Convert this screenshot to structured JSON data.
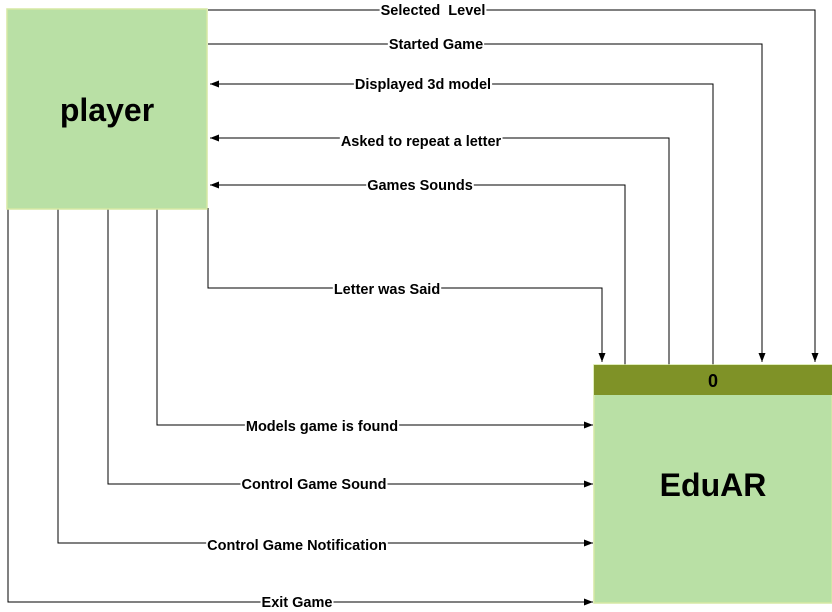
{
  "colors": {
    "entity_fill": "#b9e0a5",
    "process_header": "#7f9227",
    "line": "#000000"
  },
  "entities": {
    "player": {
      "label": "player"
    },
    "eduar": {
      "id": "0",
      "label": "EduAR"
    }
  },
  "flows": [
    {
      "label": "Selected  Level"
    },
    {
      "label": "Started Game"
    },
    {
      "label": "Displayed 3d model"
    },
    {
      "label": "Asked to repeat a letter"
    },
    {
      "label": "Games Sounds"
    },
    {
      "label": "Letter was Said"
    },
    {
      "label": "Models game is found"
    },
    {
      "label": "Control Game Sound"
    },
    {
      "label": "Control Game Notification"
    },
    {
      "label": "Exit Game"
    }
  ]
}
